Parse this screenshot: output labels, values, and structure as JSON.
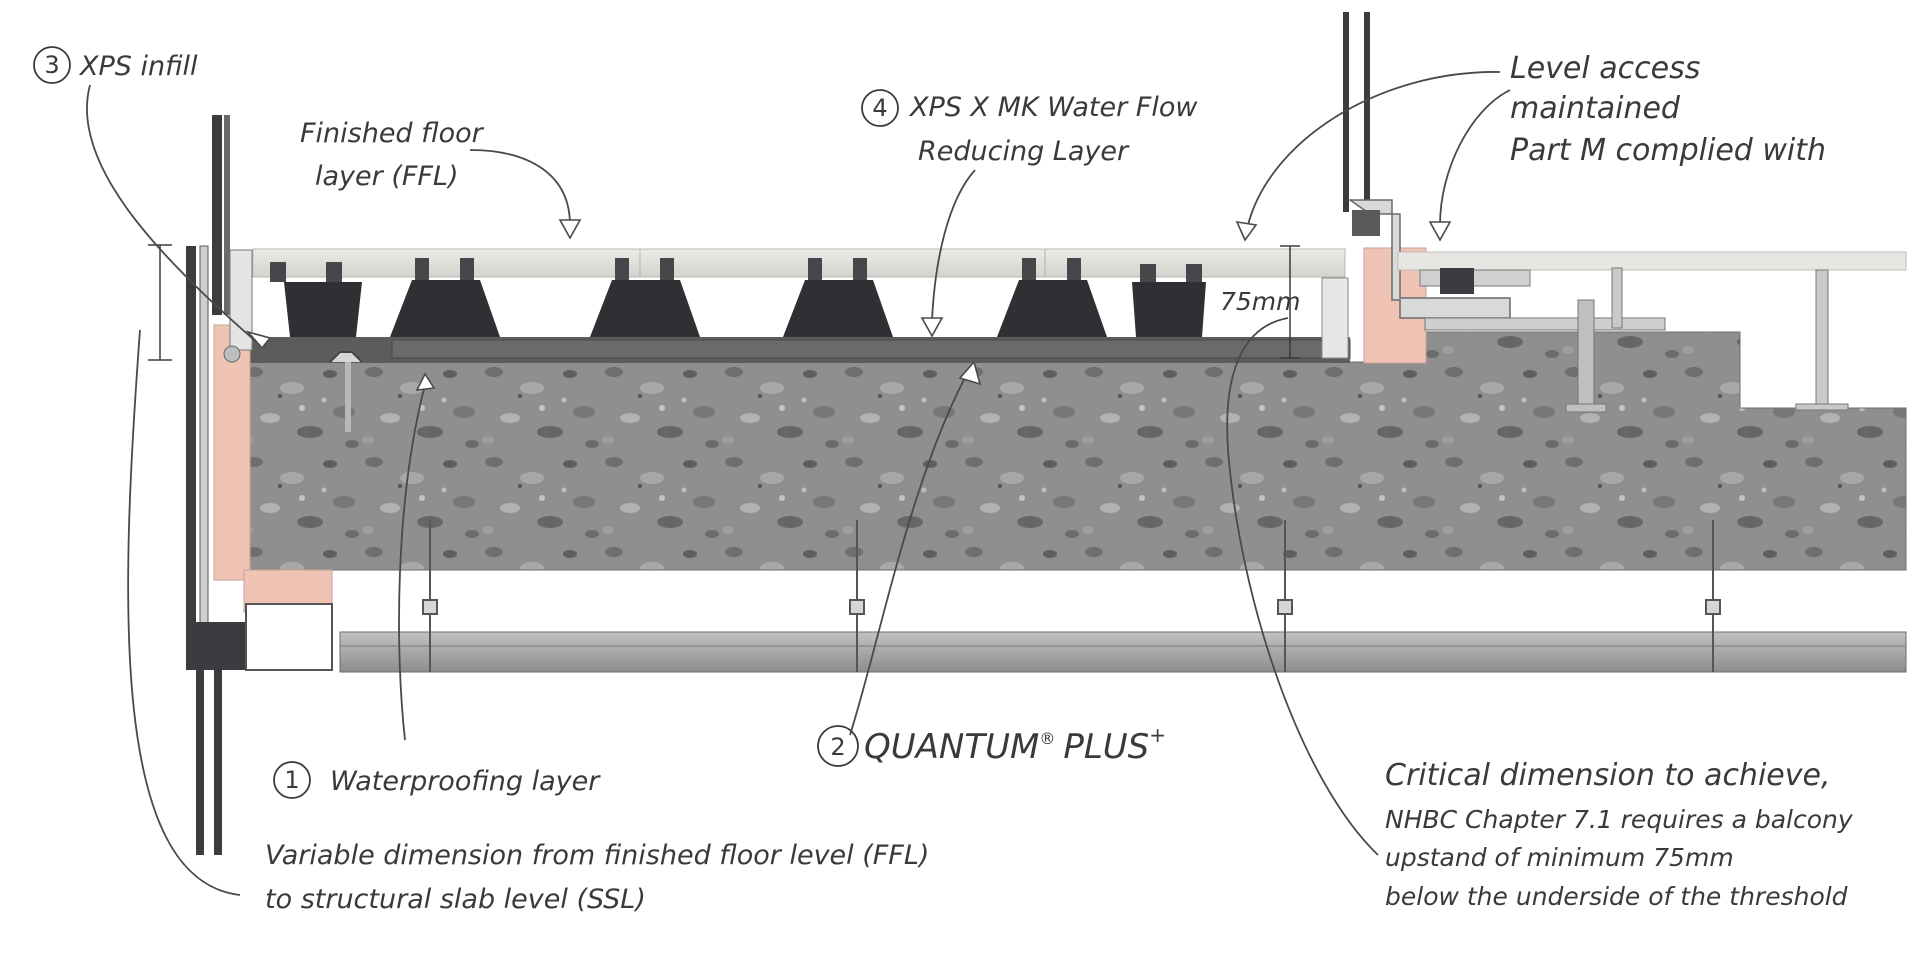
{
  "labels": {
    "xps_infill": {
      "number": "3",
      "text": "XPS infill"
    },
    "finished_floor": {
      "line1": "Finished floor",
      "line2": "layer (FFL)"
    },
    "water_flow": {
      "number": "4",
      "line1": "XPS X MK Water Flow",
      "line2": "Reducing Layer"
    },
    "level_access": {
      "line1": "Level access",
      "line2": "maintained",
      "line3": "Part M complied with"
    },
    "dimension": {
      "text": "75mm"
    },
    "waterproofing": {
      "number": "1",
      "text": "Waterproofing layer"
    },
    "quantum": {
      "number": "2",
      "text": "QUANTUM",
      "reg": "®",
      "suffix": "PLUS",
      "plus": "+"
    },
    "variable": {
      "line1": "Variable dimension from finished floor level (FFL)",
      "line2": "to structural slab level (SSL)"
    },
    "critical": {
      "line1": "Critical dimension to achieve,",
      "line2": "NHBC Chapter 7.1 requires a balcony",
      "line3": "upstand of minimum 75mm",
      "line4": "below the underside of the threshold"
    }
  },
  "colors": {
    "concrete": "#8c8c8c",
    "insulation_pink": "#f0c4b4",
    "paver": "#e2e2de",
    "pedestal": "#2f3033",
    "channel": "#a7a7a7",
    "ink": "#3a3a3a"
  }
}
